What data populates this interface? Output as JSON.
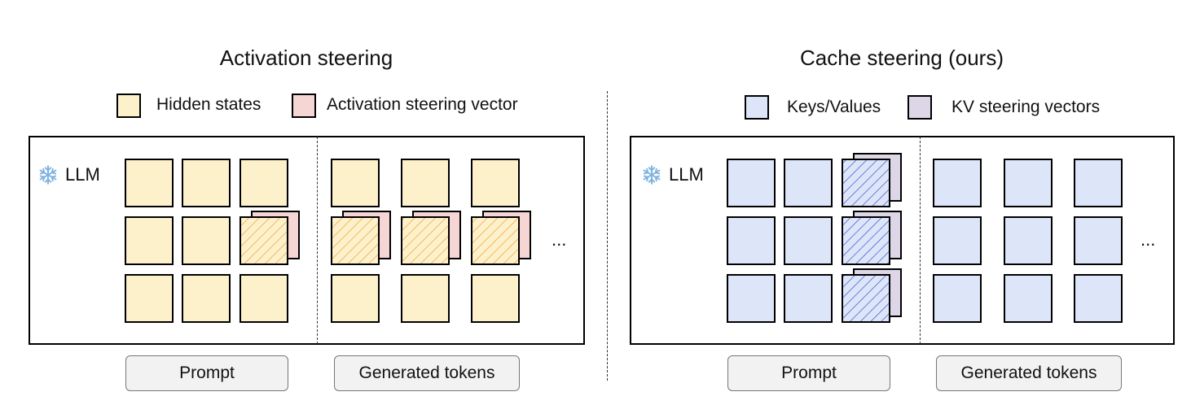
{
  "left": {
    "title": "Activation steering",
    "legend": [
      {
        "label": "Hidden states",
        "color": "#fdf1cc"
      },
      {
        "label": "Activation steering vector",
        "color": "#f6d6d4"
      }
    ],
    "llm_label": "LLM",
    "ellipsis": "...",
    "prompt_label": "Prompt",
    "generated_label": "Generated tokens",
    "cell_color": "#fdf1cc",
    "steer_color": "#f6d6d4",
    "hatch_color": "#f0a030"
  },
  "right": {
    "title": "Cache steering (ours)",
    "legend": [
      {
        "label": "Keys/Values",
        "color": "#dde6f8"
      },
      {
        "label": "KV steering vectors",
        "color": "#ddd6e6"
      }
    ],
    "llm_label": "LLM",
    "ellipsis": "...",
    "prompt_label": "Prompt",
    "generated_label": "Generated tokens",
    "cell_color": "#dde6f8",
    "steer_color": "#ddd6e6",
    "hatch_color": "#3f4fd0"
  },
  "icons": {
    "frozen": "snowflake-icon"
  }
}
